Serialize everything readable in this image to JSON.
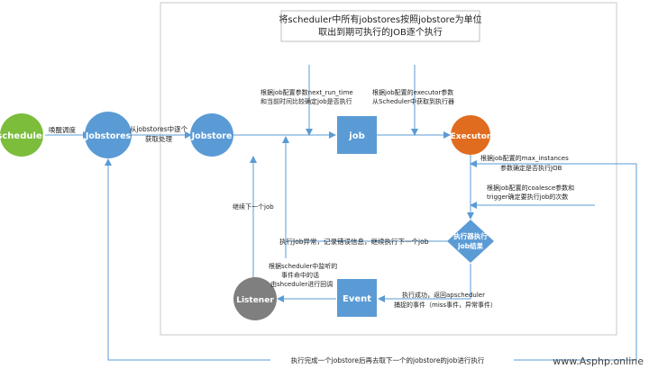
{
  "title": {
    "line1": "将scheduler中所有jobstores按照jobstore为单位",
    "line2": "取出到期可执行的JOB逐个执行"
  },
  "nodes": {
    "scheduler": "scheduler",
    "jobstores": "Jobstores",
    "jobstore": "Jobstore",
    "job": "job",
    "executor": "Executor",
    "decision": [
      "执行器执行",
      "job结果"
    ],
    "event": "Event",
    "listener": "Listener"
  },
  "labels": {
    "wake": "唤醒调度",
    "fetch": [
      "从jobstores中逐个",
      "获取处理"
    ],
    "next_run_time": [
      "根据job配置参数next_run_time",
      "和当前时间比较确定job是否执行"
    ],
    "executor_param": [
      "根据job配置的executor参数",
      "从Scheduler中获取到执行器"
    ],
    "max_instances": [
      "根据job配置的max_instances",
      "参数确定是否执行JOB"
    ],
    "coalesce": [
      "根据job配置的coalesce参数和",
      "trigger确定要执行job的次数"
    ],
    "next_job": "继续下一个job",
    "exception": "执行Job异常，记录错误信息，继续执行下一个job",
    "listener_note": [
      "根据scheduler中监听的",
      "事件命中的话",
      "由shceduler进行回调"
    ],
    "success": [
      "执行成功，返回apscheduler",
      "捕捉的事件（miss事件，异常事件）"
    ],
    "bottom": "执行完成一个jobstore后再去取下一个的jobstore的job进行执行"
  },
  "watermark": "www.Asphp.online",
  "colors": {
    "green": "#7cbd3c",
    "blue": "#5b9bd5",
    "orange": "#e06c1f",
    "gray": "#7f7f7f",
    "line": "#5b9bd5",
    "frame": "#c8c8c8"
  }
}
